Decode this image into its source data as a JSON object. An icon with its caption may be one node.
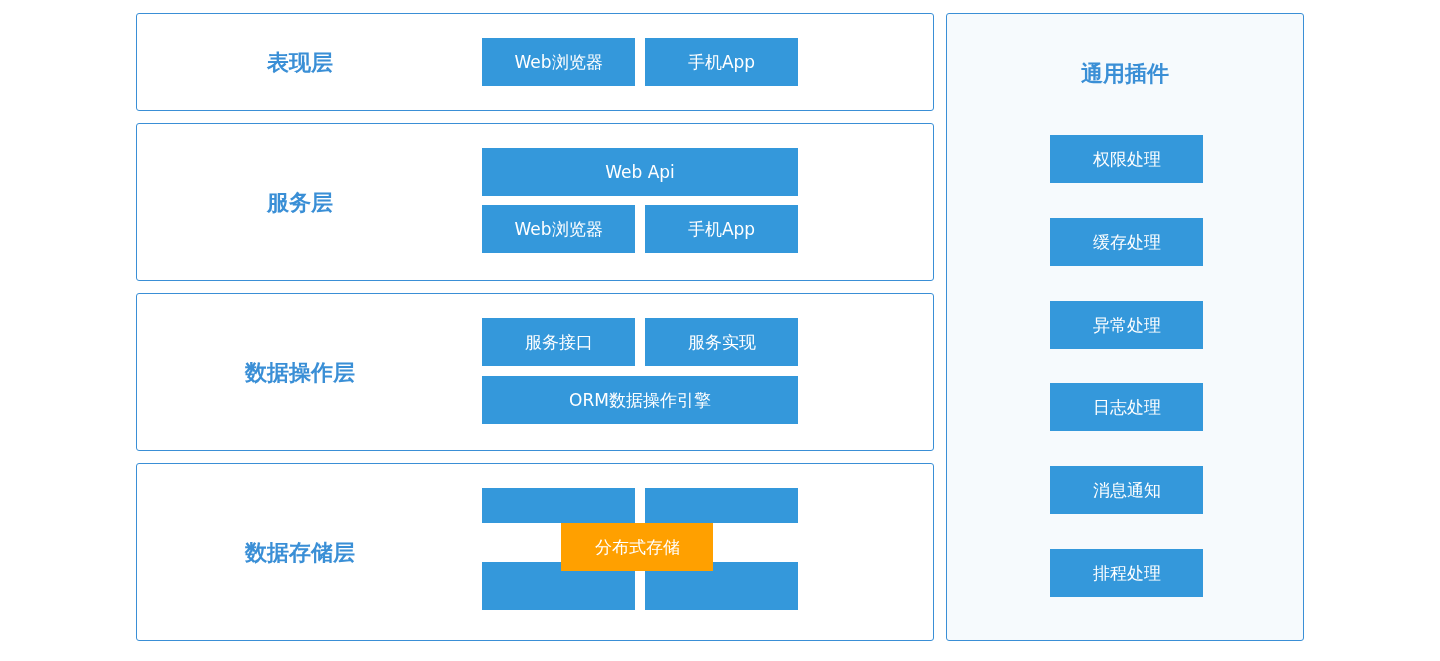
{
  "diagram": {
    "nodes": [
      {
        "text": [
          "表现层"
        ]
      },
      {
        "text": [
          "Web浏览器"
        ],
        "in": 0
      },
      {
        "text": [
          "手机App"
        ],
        "in": 0
      },
      {
        "text": [
          "服务层"
        ]
      },
      {
        "text": [
          "Web Api"
        ],
        "in": 3
      },
      {
        "text": [
          "Web浏览器"
        ],
        "in": 3
      },
      {
        "text": [
          "手机App"
        ],
        "in": 3
      },
      {
        "text": [
          "数据操作层"
        ]
      },
      {
        "text": [
          "服务接口"
        ],
        "in": 7
      },
      {
        "text": [
          "服务实现"
        ],
        "in": 7
      },
      {
        "text": [
          "ORM数据操作引擎"
        ],
        "in": 7
      },
      {
        "text": [
          "数据存储层"
        ]
      },
      {
        "text": [],
        "shape": "box",
        "in": 11
      },
      {
        "text": [],
        "shape": "box",
        "in": 11
      },
      {
        "text": [
          "分布式存储"
        ],
        "in": 11
      },
      {
        "text": [],
        "shape": "box",
        "in": 11
      },
      {
        "text": [],
        "shape": "box",
        "in": 11
      },
      {
        "text": [
          "通用插件"
        ]
      },
      {
        "text": [
          "权限处理"
        ],
        "in": 17
      },
      {
        "text": [
          "缓存处理"
        ],
        "in": 17
      },
      {
        "text": [
          "异常处理"
        ],
        "in": 17
      },
      {
        "text": [
          "日志处理"
        ],
        "in": 17
      },
      {
        "text": [
          "消息通知"
        ],
        "in": 17
      },
      {
        "text": [
          "排程处理"
        ],
        "in": 17
      }
    ]
  }
}
